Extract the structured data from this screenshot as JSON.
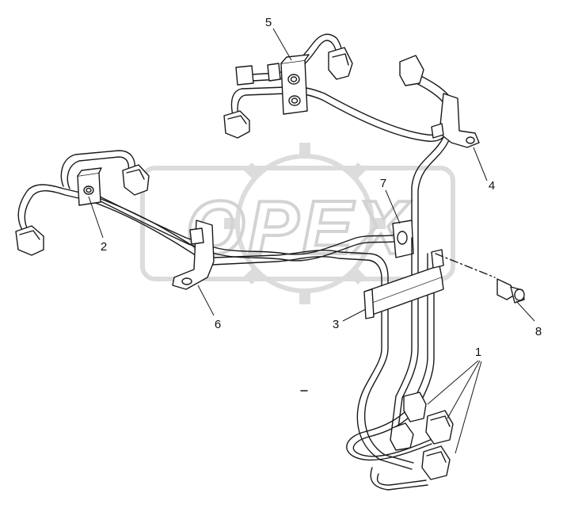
{
  "watermark": {
    "text": "OPEX",
    "color": "#d9d9d9"
  },
  "colors": {
    "line": "#1a1a1a",
    "fill": "#ffffff",
    "background": "#ffffff"
  },
  "callouts": [
    {
      "label": "1"
    },
    {
      "label": "2"
    },
    {
      "label": "3"
    },
    {
      "label": "4"
    },
    {
      "label": "5"
    },
    {
      "label": "6"
    },
    {
      "label": "7"
    },
    {
      "label": "8"
    }
  ]
}
